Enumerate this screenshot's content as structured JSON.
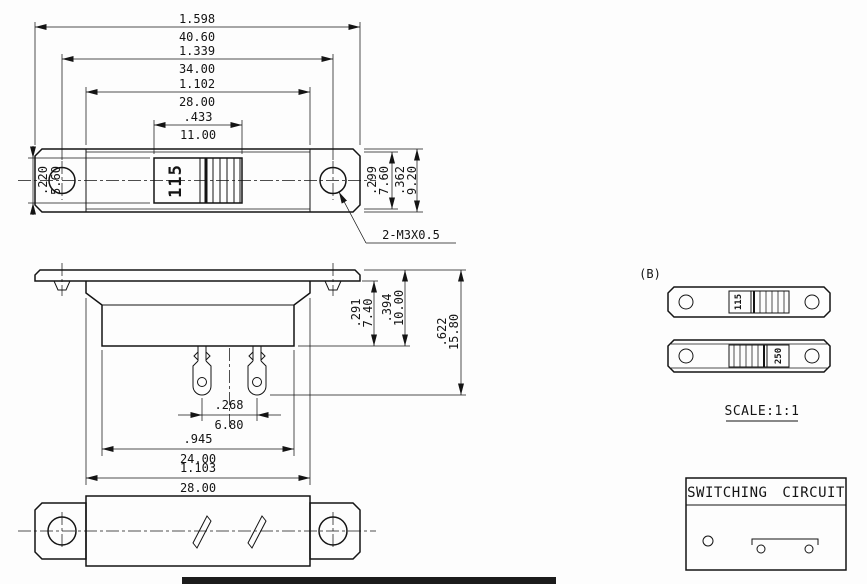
{
  "front_view": {
    "marking": "115",
    "thread_note": "2-M3X0.5",
    "dims": {
      "overall": {
        "inch": "1.598",
        "mm": "40.60"
      },
      "hole_spacing": {
        "inch": "1.339",
        "mm": "34.00"
      },
      "body_width": {
        "inch": "1.102",
        "mm": "28.00"
      },
      "slider_opening": {
        "inch": ".433",
        "mm": "11.00"
      },
      "opening_height": {
        "inch": ".220",
        "mm": "5.60"
      },
      "step_height": {
        "inch": ".299",
        "mm": "7.60"
      },
      "overall_height": {
        "inch": ".362",
        "mm": "9.20"
      }
    }
  },
  "side_view": {
    "dims": {
      "body_depth": {
        "inch": ".291",
        "mm": "7.40"
      },
      "mount_depth": {
        "inch": ".394",
        "mm": "10.00"
      },
      "total_depth": {
        "inch": ".622",
        "mm": "15.80"
      },
      "terminal_pitch": {
        "inch": ".268",
        "mm": "6.80"
      },
      "base_width": {
        "inch": ".945",
        "mm": "24.00"
      },
      "body_width": {
        "inch": "1.103",
        "mm": "28.00"
      }
    }
  },
  "detail_views": {
    "label": "(B)",
    "variant_top_marking": "115",
    "variant_bottom_marking": "250",
    "scale_note": "SCALE:1:1"
  },
  "circuit_box": {
    "title": "SWITCHING CIRCUIT"
  }
}
